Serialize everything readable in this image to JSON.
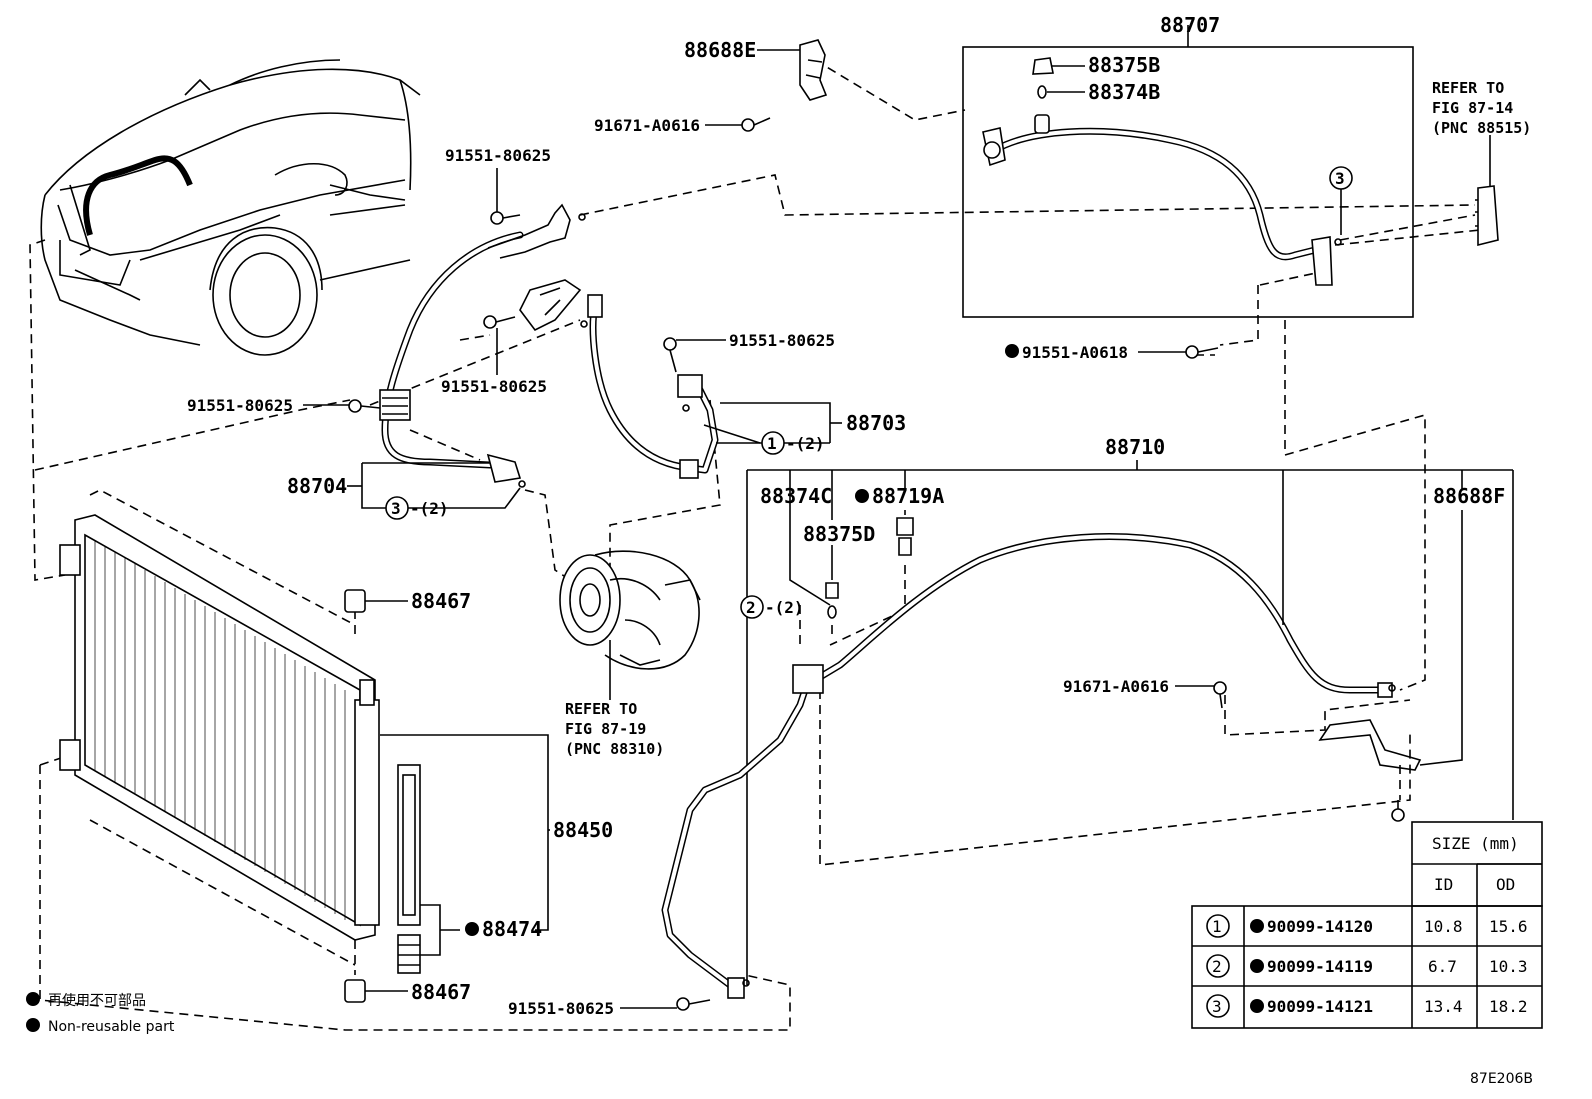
{
  "labels": {
    "p88688E": "88688E",
    "p91671_top": "91671-A0616",
    "p91551_a": "91551-80625",
    "p91551_b": "91551-80625",
    "p91551_c": "91551-80625",
    "p91551_d": "91551-80625",
    "p91551_e": "91551-80625",
    "p88707": "88707",
    "p88375B": "88375B",
    "p88374B": "88374B",
    "p91551_A0618": "91551-A0618",
    "p88703": "88703",
    "p88704": "88704",
    "p88710": "88710",
    "p88374C": "88374C",
    "p88719A": "88719A",
    "p88375D": "88375D",
    "p88688F": "88688F",
    "p88467_top": "88467",
    "p88467_bot": "88467",
    "p88450": "88450",
    "p88474": "88474",
    "p91671_mid": "91671-A0616",
    "ref1_l1": "REFER TO",
    "ref1_l2": "FIG 87-14",
    "ref1_l3": "(PNC 88515)",
    "ref2_l1": "REFER TO",
    "ref2_l2": "FIG 87-19",
    "ref2_l3": "(PNC 88310)",
    "c1_n": "1",
    "c1_q": "-(2)",
    "c2_n": "2",
    "c2_q": "-(2)",
    "c3_n": "3",
    "c3_q": "-(2)",
    "c3_solo": "3",
    "code": "87E206B"
  },
  "legend": {
    "jp": "再使用不可部品",
    "en": "Non-reusable part"
  },
  "table": {
    "size_header": "SIZE (mm)",
    "id_header": "ID",
    "od_header": "OD",
    "rows": [
      {
        "ref": "1",
        "part": "90099-14120",
        "id": "10.8",
        "od": "15.6"
      },
      {
        "ref": "2",
        "part": "90099-14119",
        "id": "6.7",
        "od": "10.3"
      },
      {
        "ref": "3",
        "part": "90099-14121",
        "id": "13.4",
        "od": "18.2"
      }
    ]
  }
}
